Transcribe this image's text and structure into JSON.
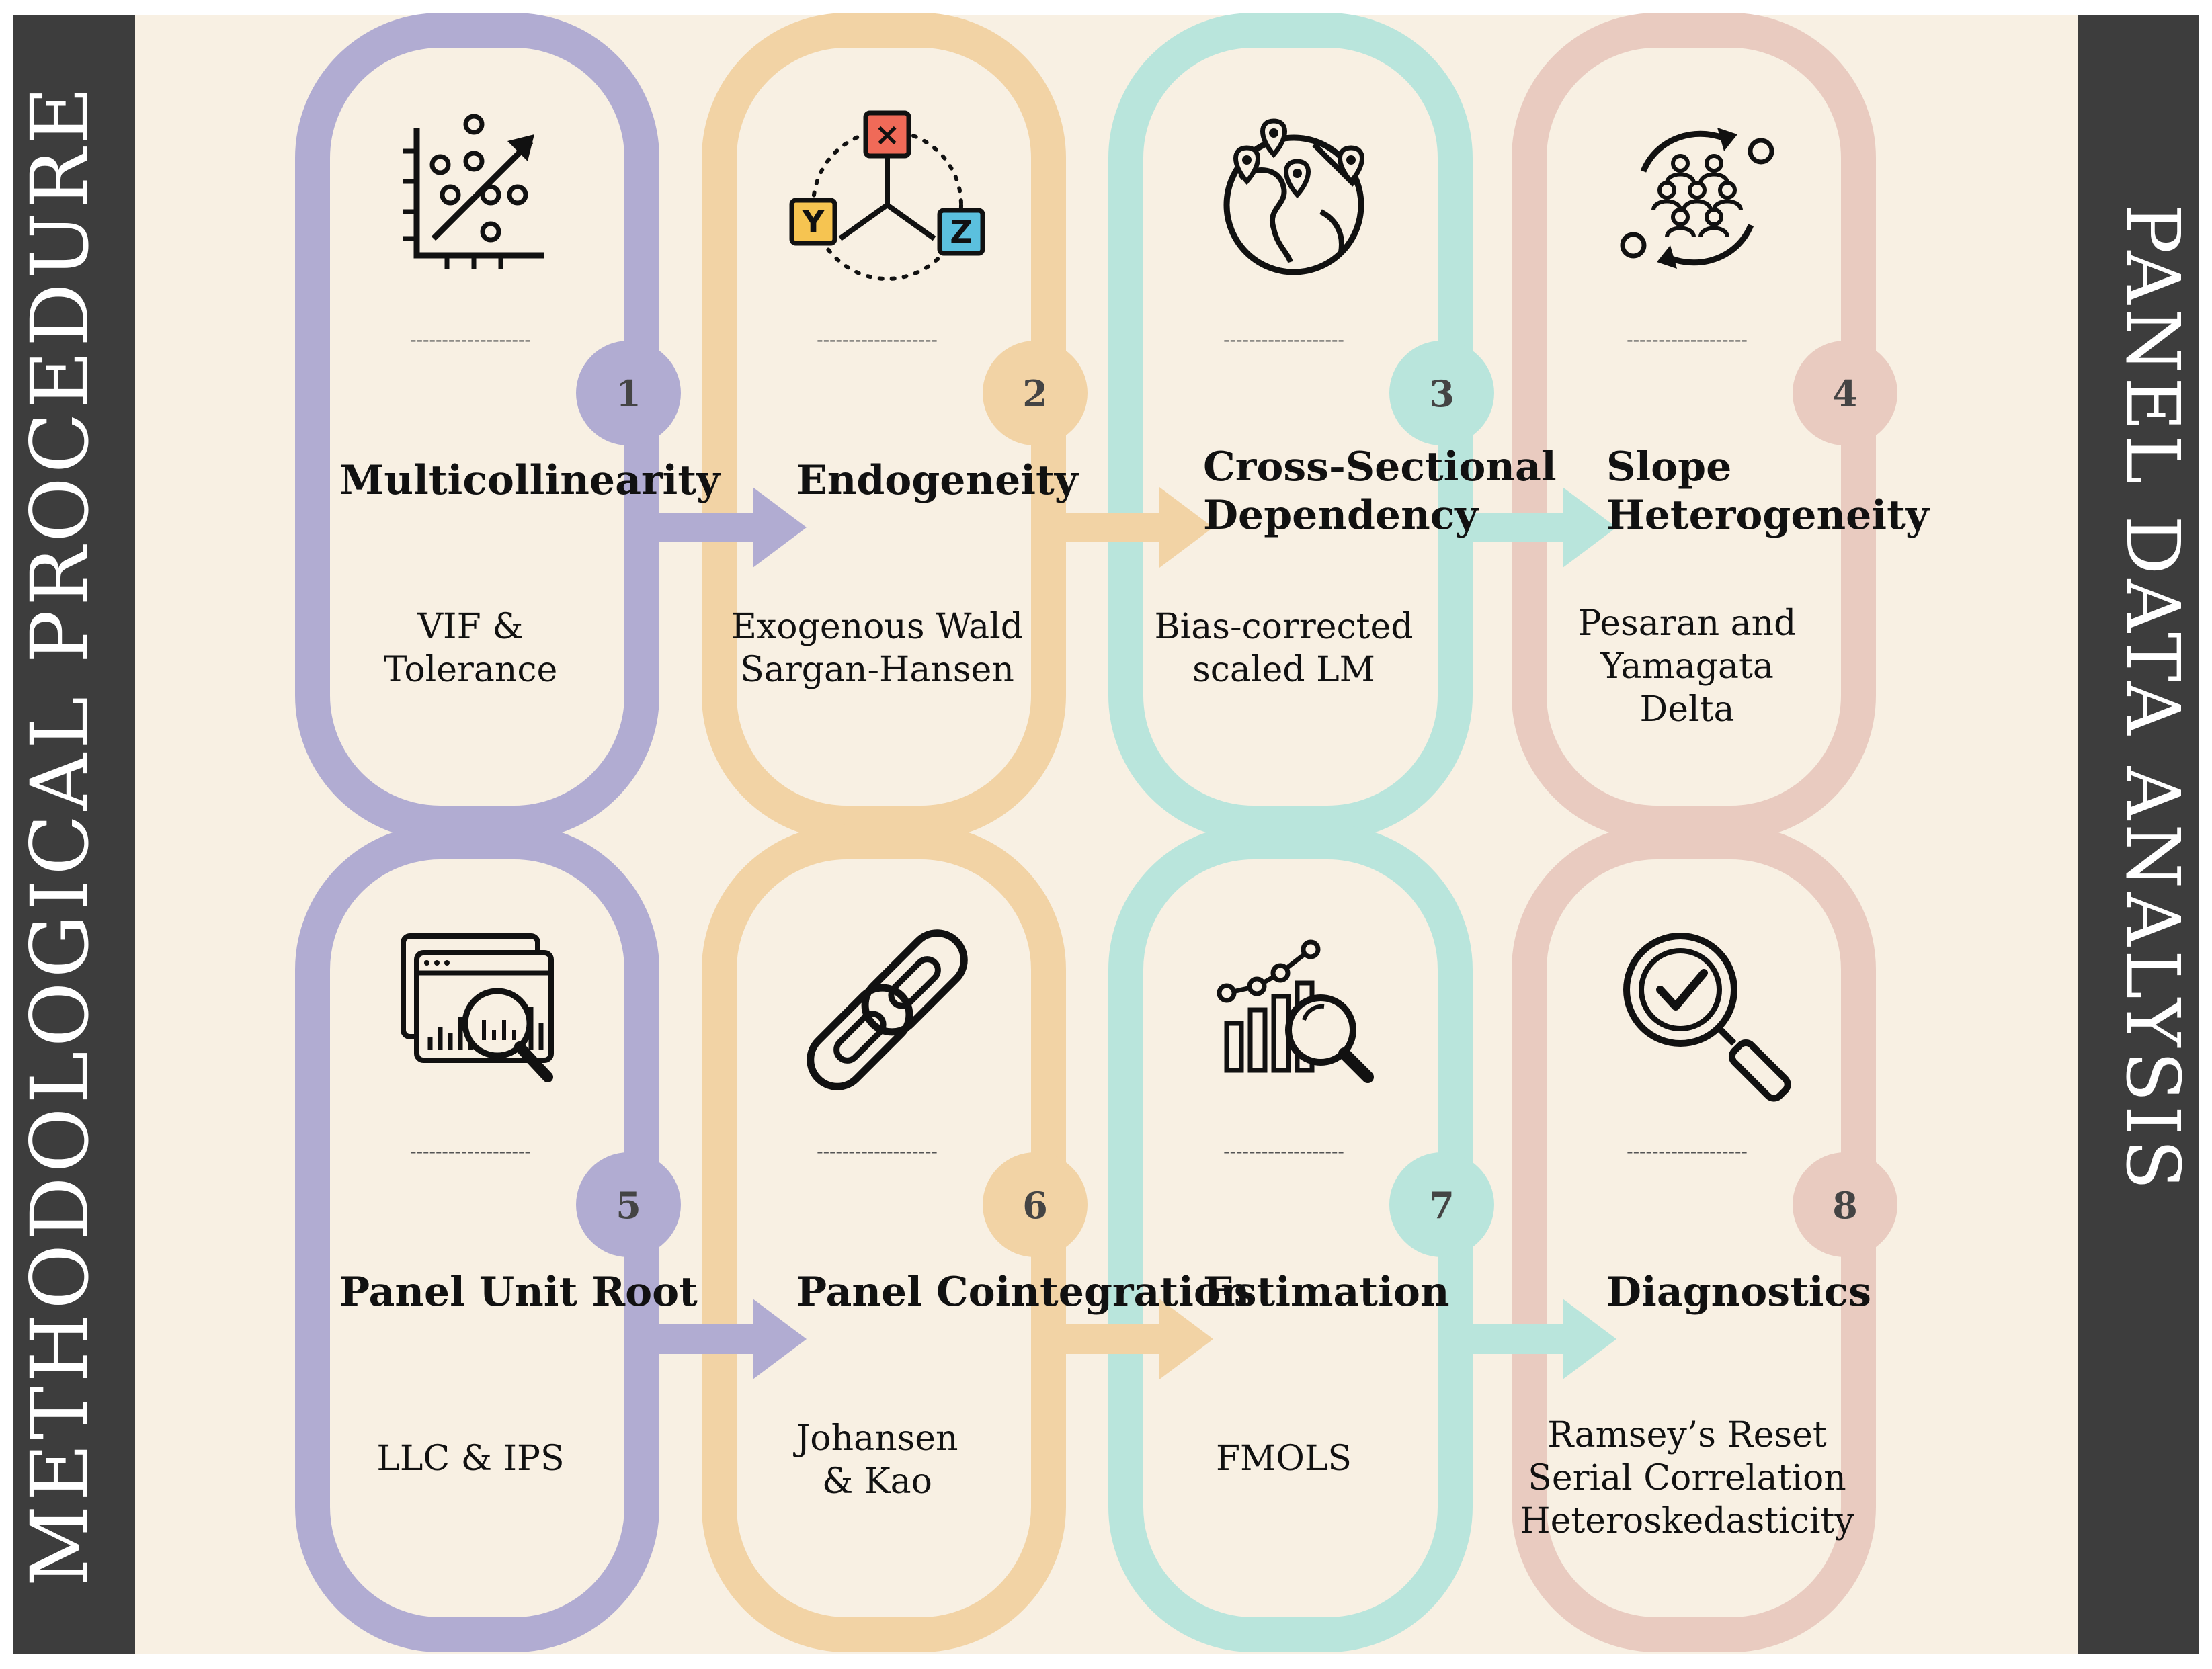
{
  "left_banner": {
    "text": "METHODOLOGICAL PROCEDURE"
  },
  "right_banner": {
    "text": "PANEL DATA ANALYSIS"
  },
  "colors": {
    "background": "#f8f0e3",
    "side_bar": "#3d3d3d",
    "banner_text": "#ffffff",
    "purple": "#b1acd2",
    "orange": "#f2d3a5",
    "teal": "#b9e5dc",
    "pink": "#e9cbc0",
    "text": "#111111",
    "number_text": "#444444",
    "icon_stroke": "#111111",
    "icon_red": "#f06a58",
    "icon_yellow": "#f6c451",
    "icon_blue": "#5bc0de"
  },
  "dashes": "-------------------",
  "steps": [
    {
      "number": "1",
      "title": [
        "Multicollinearity"
      ],
      "tests": [
        "VIF &",
        "Tolerance"
      ],
      "icon": "scatter-plot-icon"
    },
    {
      "number": "2",
      "title": [
        "Endogeneity"
      ],
      "tests": [
        "Exogenous Wald",
        "Sargan-Hansen"
      ],
      "icon": "xyz-variables-icon"
    },
    {
      "number": "3",
      "title": [
        "Cross-Sectional",
        "Dependency"
      ],
      "tests": [
        "Bias-corrected",
        "scaled LM"
      ],
      "icon": "globe-locations-icon"
    },
    {
      "number": "4",
      "title": [
        "Slope",
        "Heterogeneity"
      ],
      "tests": [
        "Pesaran and",
        "Yamagata",
        "Delta"
      ],
      "icon": "group-cycle-icon"
    },
    {
      "number": "5",
      "title": [
        "Panel Unit Root"
      ],
      "tests": [
        "LLC & IPS"
      ],
      "icon": "data-analysis-icon"
    },
    {
      "number": "6",
      "title": [
        "Panel Cointegration"
      ],
      "tests": [
        "Johansen",
        "& Kao"
      ],
      "icon": "chain-link-icon"
    },
    {
      "number": "7",
      "title": [
        "Estimation"
      ],
      "tests": [
        "FMOLS"
      ],
      "icon": "chart-search-icon"
    },
    {
      "number": "8",
      "title": [
        "Diagnostics"
      ],
      "tests": [
        "Ramsey’s Reset",
        "Serial Correlation",
        "Heteroskedasticity"
      ],
      "icon": "magnifier-check-icon"
    }
  ]
}
